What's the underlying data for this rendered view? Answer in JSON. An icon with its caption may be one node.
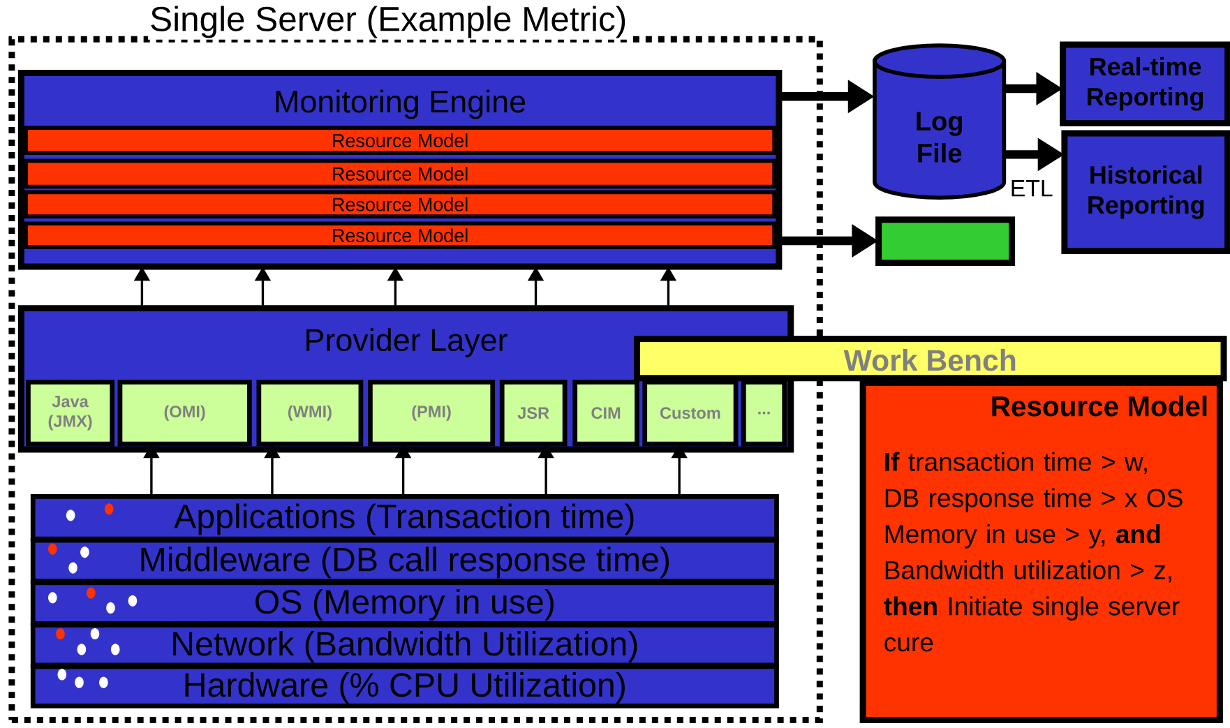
{
  "diagram": {
    "nodes": [
      {
        "text": [
          "Single Server (Example Metric)"
        ]
      },
      {
        "text": [
          "Monitoring Engine"
        ],
        "in": 0
      },
      {
        "text": [
          "Resource Model"
        ],
        "in": 1
      },
      {
        "text": [
          "Resource Model"
        ],
        "in": 1
      },
      {
        "text": [
          "Resource Model"
        ],
        "in": 1
      },
      {
        "text": [
          "Resource Model"
        ],
        "in": 1
      },
      {
        "text": [
          "Log File"
        ]
      },
      {
        "text": [
          "Real-time Reporting"
        ]
      },
      {
        "text": [
          "Historical Reporting"
        ]
      },
      {
        "text": [],
        "shape": "box"
      },
      {
        "text": [
          "Provider Layer"
        ],
        "in": 0
      },
      {
        "text": [
          "Java (JMX)"
        ],
        "in": 10
      },
      {
        "text": [
          "(OMI)"
        ],
        "in": 10
      },
      {
        "text": [
          "(WMI)"
        ],
        "in": 10
      },
      {
        "text": [
          "(PMI)"
        ],
        "in": 10
      },
      {
        "text": [
          "JSR"
        ],
        "in": 10
      },
      {
        "text": [
          "CIM"
        ],
        "in": 10
      },
      {
        "text": [
          "Custom"
        ],
        "in": 10
      },
      {
        "text": [
          "..."
        ],
        "in": 10
      },
      {
        "text": [
          "Work Bench"
        ]
      },
      {
        "text": [
          "Resource Model",
          "**If** transaction time > w, DB response time > x OS Memory in use > y, **and** Bandwidth utilization > z, **then** Initiate single server cure"
        ]
      },
      {
        "text": [
          "Applications (Transaction time)"
        ],
        "in": 0
      },
      {
        "text": [
          "Middleware (DB call response time)"
        ],
        "in": 0
      },
      {
        "text": [
          "OS (Memory in use)"
        ],
        "in": 0
      },
      {
        "text": [
          "Network (Bandwidth Utilization)"
        ],
        "in": 0
      },
      {
        "text": [
          "Hardware (% CPU Utilization)"
        ],
        "in": 0
      }
    ],
    "edges": [
      {
        "from": 1,
        "to": 6,
        "arrow": "to",
        "style": "thick"
      },
      {
        "from": 1,
        "to": 9,
        "arrow": "to",
        "style": "thick"
      },
      {
        "from": 6,
        "to": 7,
        "arrow": "to",
        "style": "thick"
      },
      {
        "from": 6,
        "to": 8,
        "arrow": "to",
        "style": "thick",
        "label": "ETL"
      },
      {
        "from": 10,
        "to": 1,
        "arrow": "to"
      },
      {
        "from": 10,
        "to": 1,
        "arrow": "to"
      },
      {
        "from": 10,
        "to": 1,
        "arrow": "to"
      },
      {
        "from": 10,
        "to": 1,
        "arrow": "to"
      },
      {
        "from": 10,
        "to": 1,
        "arrow": "to"
      },
      {
        "from": 21,
        "to": 12,
        "arrow": "to"
      },
      {
        "from": 21,
        "to": 13,
        "arrow": "to"
      },
      {
        "from": 21,
        "to": 14,
        "arrow": "to"
      },
      {
        "from": 21,
        "to": 15,
        "arrow": "to"
      },
      {
        "from": 21,
        "to": 17,
        "arrow": "to"
      }
    ]
  }
}
